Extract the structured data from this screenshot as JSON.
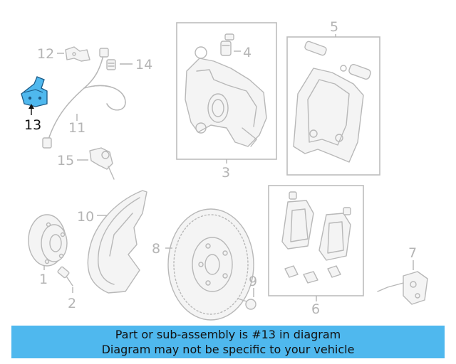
{
  "labels": {
    "p1": "1",
    "p2": "2",
    "p3": "3",
    "p4": "4",
    "p5": "5",
    "p6": "6",
    "p7": "7",
    "p8": "8",
    "p9": "9",
    "p10": "10",
    "p11": "11",
    "p12": "12",
    "p13": "13",
    "p14": "14",
    "p15": "15"
  },
  "highlight": {
    "part": "13",
    "color": "#4fb8ee"
  },
  "banner": {
    "line1": "Part or sub-assembly is #13 in diagram",
    "line2": "Diagram may not be specific to your vehicle",
    "color": "#4fb8ee"
  }
}
